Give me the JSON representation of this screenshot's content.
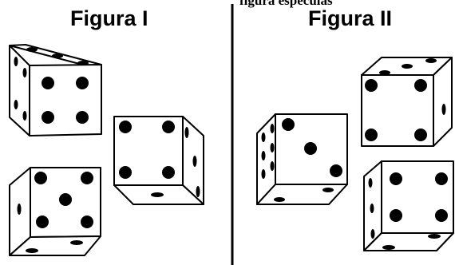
{
  "header_fragment": "figura especulas",
  "figures": [
    {
      "title": "Figura I"
    },
    {
      "title": "Figura II"
    }
  ]
}
